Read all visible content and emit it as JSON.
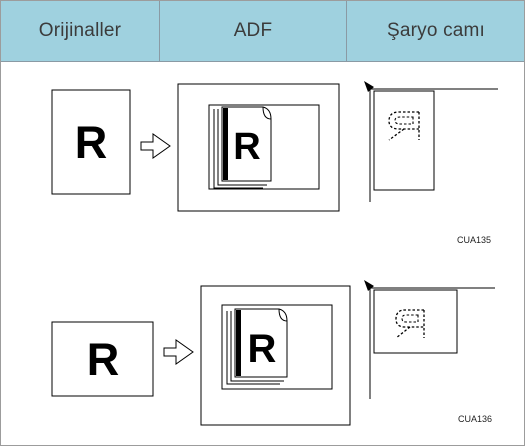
{
  "header": {
    "col1": "Orijinaller",
    "col2": "ADF",
    "col3": "Şaryo camı"
  },
  "figures": [
    {
      "letter": "R",
      "code": "CUA135"
    },
    {
      "letter": "R",
      "code": "CUA136"
    }
  ]
}
